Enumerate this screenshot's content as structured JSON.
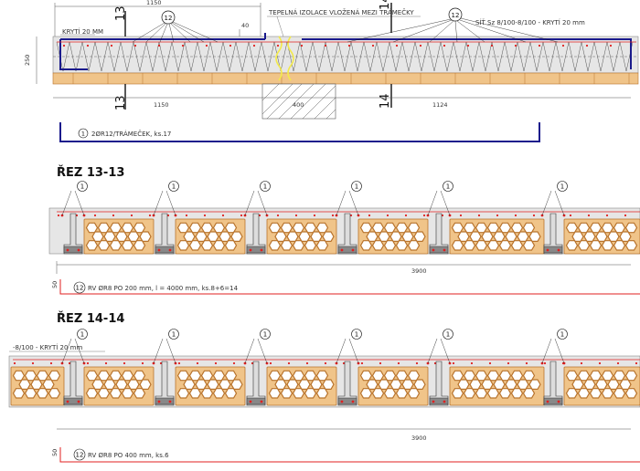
{
  "top_detail": {
    "dim_top_left": "1150",
    "dim_top_left_dup": "1150",
    "dim_height": "250",
    "dim_small": "40",
    "dim_400": "400",
    "dim_1124": "1124",
    "cover_label": "KRYTÍ 20 MM",
    "insulation_label": "TEPELNÁ IZOLACE VLOŽENÁ MEZI TRÁMEČKY",
    "mesh_label": "SÍŤ Sz 8/100-8/100 - KRYTÍ 20 mm",
    "section_mark_13": "13",
    "section_mark_14": "14",
    "callout_12": "12",
    "rebar_callout": "1",
    "rebar_note": "2ØR12/TRÁMEČEK, ks.17"
  },
  "section_13": {
    "title": "ŘEZ 13-13",
    "callout": "1",
    "dim_total": "3900",
    "dim_side": "50",
    "note_callout": "12",
    "note": "RV ØR8 PO 200 mm, l = 4000 mm, ks.8+6=14"
  },
  "section_14": {
    "title": "ŘEZ 14-14",
    "mesh_label": "-8/100 - KRYTÍ 20 mm",
    "callout": "1",
    "dim_total": "3900",
    "dim_side": "50",
    "note_callout": "12",
    "note": "RV ØR8 PO 400 mm, ks.6"
  },
  "colors": {
    "concrete": "#e6e6e6",
    "brick": "#f0c489",
    "brick_stroke": "#b8732c",
    "rebar": "#e02020",
    "outline": "#1a1a8c",
    "insulation": "#f3ea4a"
  }
}
